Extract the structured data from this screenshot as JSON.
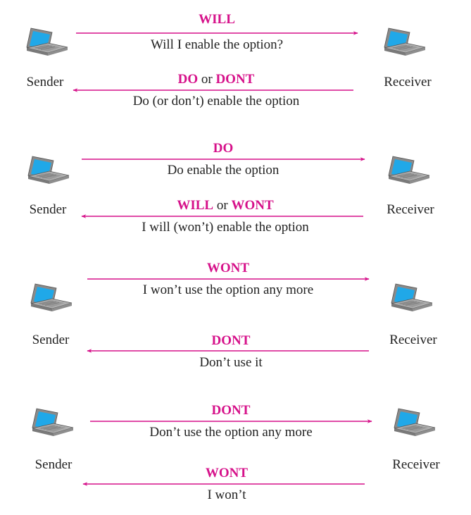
{
  "accent": "#d6118a",
  "text_color": "#222222",
  "icons": {
    "computer": "laptop-icon"
  },
  "scenarios": [
    {
      "left_label": "Sender",
      "right_label": "Receiver",
      "messages": [
        {
          "direction": "right",
          "cmd1": "WILL",
          "joiner": "",
          "cmd2": "",
          "desc": "Will I enable the option?"
        },
        {
          "direction": "left",
          "cmd1": "DO",
          "joiner": "or",
          "cmd2": "DONT",
          "desc": "Do (or don’t) enable the option"
        }
      ]
    },
    {
      "left_label": "Sender",
      "right_label": "Receiver",
      "messages": [
        {
          "direction": "right",
          "cmd1": "DO",
          "joiner": "",
          "cmd2": "",
          "desc": "Do enable the option"
        },
        {
          "direction": "left",
          "cmd1": "WILL",
          "joiner": "or",
          "cmd2": "WONT",
          "desc": "I will (won’t)  enable the option"
        }
      ]
    },
    {
      "left_label": "Sender",
      "right_label": "Receiver",
      "messages": [
        {
          "direction": "right",
          "cmd1": "WONT",
          "joiner": "",
          "cmd2": "",
          "desc": "I won’t use the option any more"
        },
        {
          "direction": "left",
          "cmd1": "DONT",
          "joiner": "",
          "cmd2": "",
          "desc": "Don’t use it"
        }
      ]
    },
    {
      "left_label": "Sender",
      "right_label": "Receiver",
      "messages": [
        {
          "direction": "right",
          "cmd1": "DONT",
          "joiner": "",
          "cmd2": "",
          "desc": "Don’t use the option any more"
        },
        {
          "direction": "left",
          "cmd1": "WONT",
          "joiner": "",
          "cmd2": "",
          "desc": "I won’t"
        }
      ]
    }
  ]
}
